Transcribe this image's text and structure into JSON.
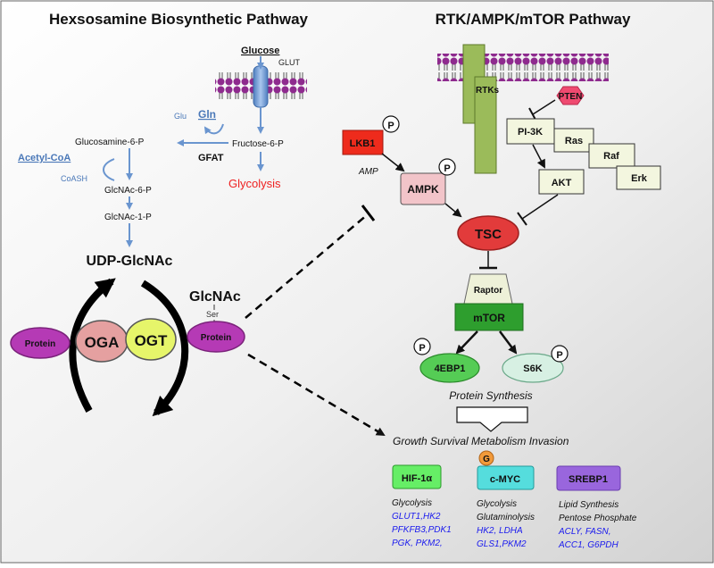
{
  "left_title": "Hexsosamine Biosynthetic Pathway",
  "right_title": "RTK/AMPK/mTOR Pathway",
  "hbp": {
    "glucose": "Glucose",
    "glut": "GLUT",
    "fructose6p": "Fructose-6-P",
    "glycolysis": "Glycolysis",
    "gfat": "GFAT",
    "glu": "Glu",
    "gln": "Gln",
    "glucosamine6p": "Glucosamine-6-P",
    "acetylcoa": "Acetyl-CoA",
    "coash": "CoASH",
    "glcnac6p": "GlcNAc-6-P",
    "glcnac1p": "GlcNAc-1-P",
    "udpglcnac": "UDP-GlcNAc",
    "protein_left": "Protein",
    "oga": "OGA",
    "ogt": "OGT",
    "glcnac": "GlcNAc",
    "ser": "Ser",
    "protein_right": "Protein"
  },
  "mtor": {
    "rtks": "RTKs",
    "pten": "PTEN",
    "pi3k": "PI-3K",
    "ras": "Ras",
    "raf": "Raf",
    "erk": "Erk",
    "akt": "AKT",
    "lkb1": "LKB1",
    "amp": "AMP",
    "ampk": "AMPK",
    "p": "P",
    "tsc": "TSC",
    "raptor": "Raptor",
    "mtor": "mTOR",
    "ebp1": "4EBP1",
    "s6k": "S6K",
    "protein_synthesis": "Protein Synthesis",
    "outcomes": "Growth  Survival  Metabolism  Invasion",
    "g": "G"
  },
  "targets": [
    {
      "name": "HIF-1α",
      "lines": [
        "Glycolysis"
      ],
      "genes": [
        "GLUT1,HK2",
        "PFKFB3,PDK1",
        "PGK, PKM2,"
      ],
      "color": "#66ee66"
    },
    {
      "name": "c-MYC",
      "lines": [
        "Glycolysis",
        "Glutaminolysis"
      ],
      "genes": [
        "HK2, LDHA",
        "GLS1,PKM2"
      ],
      "color": "#55dddd"
    },
    {
      "name": "SREBP1",
      "lines": [
        "Lipid Synthesis",
        "Pentose Phosphate"
      ],
      "genes": [
        "ACLY, FASN,",
        "ACC1, G6PDH"
      ],
      "color": "#9966dd"
    }
  ]
}
